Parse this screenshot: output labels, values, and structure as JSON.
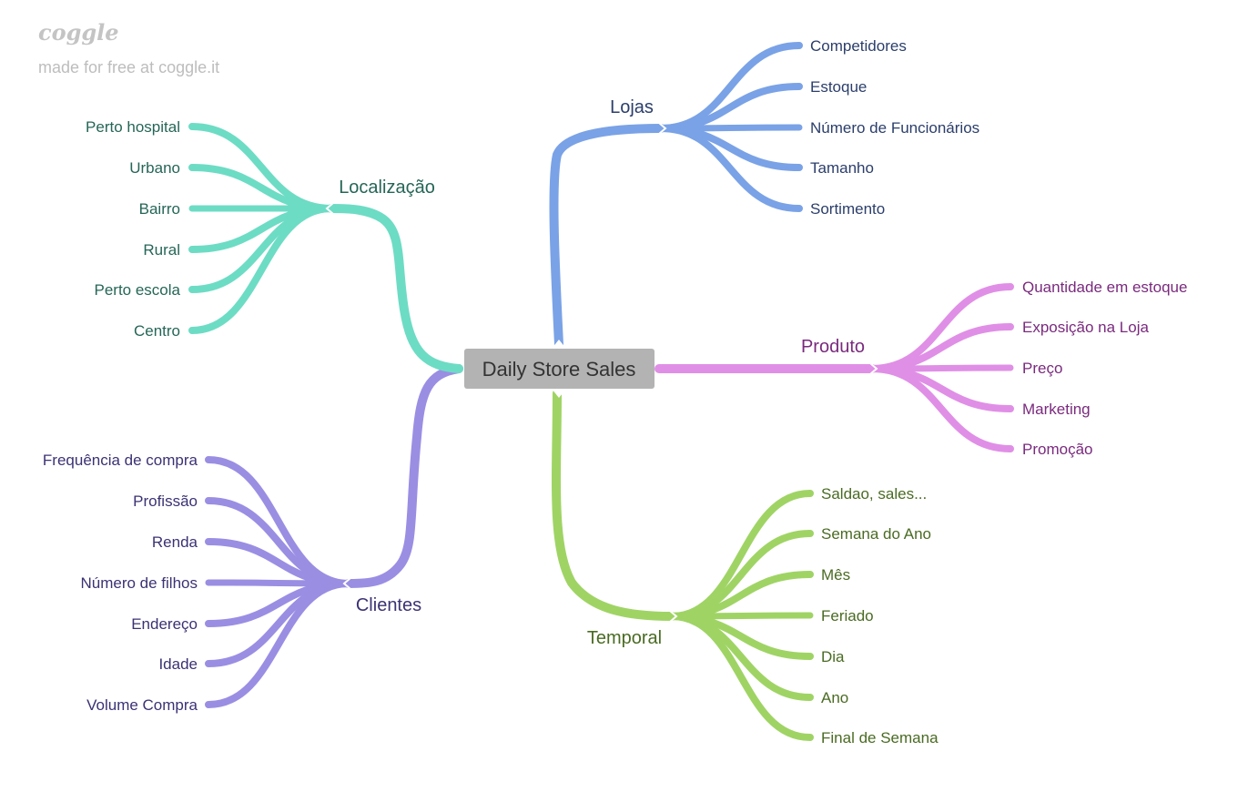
{
  "watermark": {
    "logo": "coggle",
    "tagline": "made for free at coggle.it"
  },
  "center": {
    "label": "Daily Store Sales"
  },
  "branches": [
    {
      "id": "lojas",
      "label": "Lojas",
      "color": "#7aa2e6",
      "text_color": "#2b3e6b",
      "items": [
        "Competidores",
        "Estoque",
        "Número de Funcionários",
        "Tamanho",
        "Sortimento"
      ]
    },
    {
      "id": "produto",
      "label": "Produto",
      "color": "#e08fe6",
      "text_color": "#7a2a7e",
      "items": [
        "Quantidade em estoque",
        "Exposição na Loja",
        "Preço",
        "Marketing",
        "Promoção"
      ]
    },
    {
      "id": "temporal",
      "label": "Temporal",
      "color": "#9fd465",
      "text_color": "#4a6b22",
      "items": [
        "Saldao, sales...",
        "Semana do Ano",
        "Mês",
        "Feriado",
        "Dia",
        "Ano",
        "Final de Semana"
      ]
    },
    {
      "id": "clientes",
      "label": "Clientes",
      "color": "#9a8ee3",
      "text_color": "#3b3274",
      "items": [
        "Frequência de compra",
        "Profissão",
        "Renda",
        "Número de filhos",
        "Endereço",
        "Idade",
        "Volume Compra"
      ]
    },
    {
      "id": "localizacao",
      "label": "Localização",
      "color": "#6ddcc4",
      "text_color": "#256656",
      "items": [
        "Perto hospital",
        "Urbano",
        "Bairro",
        "Rural",
        "Perto escola",
        "Centro"
      ]
    }
  ],
  "colors": {
    "center_fill": "#b3b3b3",
    "center_text": "#333333",
    "watermark": "#bdbdbd"
  }
}
